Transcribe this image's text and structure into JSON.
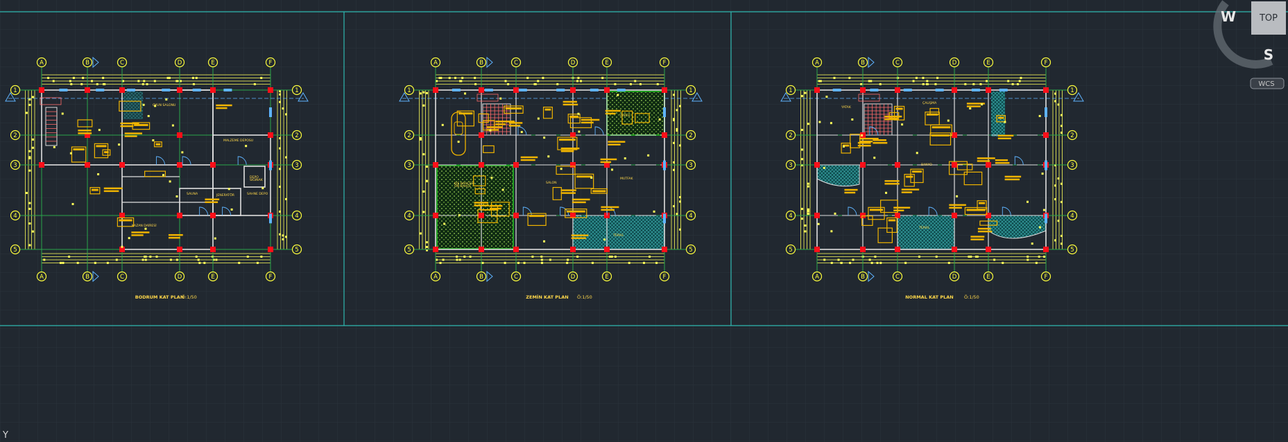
{
  "colors": {
    "background": "#212830",
    "grid": "#2c333c",
    "layout_frame": "#2fb7b0",
    "axis_lines": "#2aa64a",
    "dims": "#ffff5a",
    "bubbles": "#ffff3c",
    "columns": "#ff0f19",
    "furniture": "#f0b400",
    "walls": "#e0e0e0",
    "glass": "#5fb4ff",
    "hatch_green": "#1f9e1f",
    "hatch_cyan": "#1a8a8a",
    "labels": "#ffd84a"
  },
  "navigation": {
    "west_label": "W",
    "south_label": "S",
    "top_label": "TOP",
    "wcs_label": "WCS",
    "ucs_label": "Y"
  },
  "grid_axes": {
    "letters": [
      "A",
      "B",
      "C",
      "D",
      "E",
      "F"
    ],
    "numbers": [
      "1",
      "2",
      "3",
      "4",
      "5"
    ]
  },
  "plans": [
    {
      "id": "basement",
      "title": "BODRUM KAT PLAN",
      "scale": "Ö:1/50",
      "rooms": [
        "OYUN SALONU",
        "MALZEME DEPOSU",
        "KAZAN DAİRESİ",
        "JENERATÖR",
        "SAUNA",
        "DEPO",
        "SIĞINAK",
        "SAHNE DEPO"
      ]
    },
    {
      "id": "ground",
      "title": "ZEMİN KAT PLAN",
      "scale": "Ö:1/50",
      "rooms": [
        "SALON",
        "KIŞ BAHÇESİ",
        "TERAS",
        "MUTFAK",
        "YEMEK",
        "ÖN BAHÇE"
      ]
    },
    {
      "id": "normal",
      "title": "NORMAL KAT PLAN",
      "scale": "Ö:1/50",
      "rooms": [
        "YATAK",
        "BANYO",
        "ÇALIŞMA",
        "TERAS"
      ]
    }
  ]
}
